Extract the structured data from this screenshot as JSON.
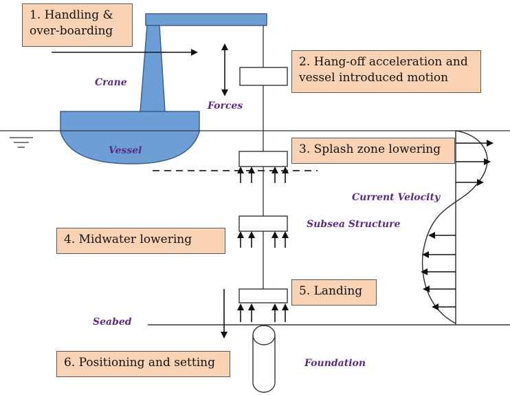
{
  "colors": {
    "box_fill": "#fad3b4",
    "label_purple": "#5b2a86",
    "crane_blue": "#6d9fd6",
    "hull_blue": "#6d9fd6",
    "line": "#333333"
  },
  "stages": [
    {
      "id": "handling",
      "text": "1. Handling &\nover-boarding"
    },
    {
      "id": "hangoff",
      "text": "2. Hang-off acceleration and\nvessel introduced  motion"
    },
    {
      "id": "splash",
      "text": "3. Splash zone lowering"
    },
    {
      "id": "midwater",
      "text": "4. Midwater lowering"
    },
    {
      "id": "landing",
      "text": "5. Landing"
    },
    {
      "id": "positioning",
      "text": "6. Positioning and setting"
    }
  ],
  "labels": {
    "crane": "Crane",
    "forces": "Forces",
    "vessel": "Vessel",
    "current_velocity": "Current Velocity",
    "subsea_structure": "Subsea Structure",
    "seabed": "Seabed",
    "foundation": "Foundation"
  },
  "icons": {
    "water_surface": "water-surface-icon",
    "force_arrow": "double-arrow-icon",
    "upward_arrow": "up-arrow-icon",
    "current_arrow": "horizontal-arrow-icon"
  }
}
